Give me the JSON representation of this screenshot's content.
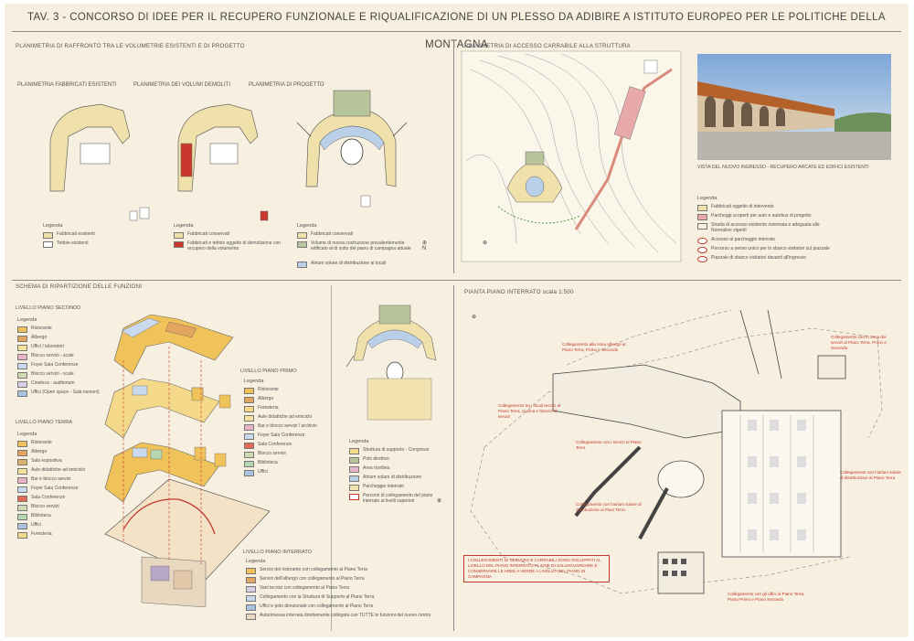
{
  "title": "TAV. 3 - CONCORSO DI IDEE PER IL RECUPERO FUNZIONALE E RIQUALIFICAZIONE DI UN PLESSO DA ADIBIRE A ISTITUTO EUROPEO PER LE POLITICHE DELLA MONTAGNA",
  "top_left": {
    "heading": "PLANIMETRIA DI RAFFRONTO TRA LE VOLUMETRIE ESISTENTI E DI PROGETTO",
    "plan1": "PLANIMETRIA FABBRICATI ESISTENTI",
    "plan2": "PLANIMETRIA DEI VOLUMI DEMOLITI",
    "plan3": "PLANIMETRIA DI PROGETTO",
    "legend1": {
      "title": "Legenda",
      "items": [
        "Fabbricati esistenti",
        "Tettoie esistenti"
      ]
    },
    "legend2": {
      "title": "Legenda",
      "items": [
        "Fabbricati conservati",
        "Fabbricati e tettoie oggetto di demolizione con recupero della volumetria"
      ]
    },
    "legend3": {
      "title": "Legenda",
      "items": [
        "Fabbricati conservati",
        "Volume di nuova costruzione prevalentemente edificato al di sotto del piano di campagna attuale",
        "Atrium solare di distribuzione ai locali"
      ]
    }
  },
  "top_right": {
    "heading": "PLANIMETRIA DI ACCESSO CARRABILE ALLA STRUTTURA",
    "photo_caption": "VISTA DEL NUOVO INGRESSO - RECUPERO ARCATE ED EDIFICI ESISTENTI",
    "legend": {
      "title": "Legenda",
      "items": [
        "Fabbricati oggetto di intervento",
        "Parcheggi scoperti per auto e autobus di progetto",
        "Strada di accesso esistente ristemata e adeguata alle Normative vigenti",
        "Accesso al parcheggio interrato",
        "Percorso a senso unico per lo sbarco visitatori sul piazzale",
        "Piazzale di sbarco visitatori davanti all'ingresso"
      ]
    }
  },
  "bottom_left": {
    "heading": "SCHEMA DI RIPARTIZIONE DELLE FUNZIONI",
    "lev2": {
      "title": "LIVELLO PIANO SECONDO",
      "legend": "Legenda",
      "items": [
        "Ristorante",
        "Albergo",
        "Uffici / laboratori",
        "Blocco servizi - scale",
        "Foyer Sala Conferenze",
        "Blocco servizi - scale",
        "Cineteca - auditorium",
        "Uffici (Open space - Sala riunioni)"
      ]
    },
    "lev1": {
      "title": "LIVELLO PIANO PRIMO",
      "legend": "Legenda",
      "items": [
        "Ristorante",
        "Albergo",
        "Foresteria",
        "Aule didattiche ad emiciclo",
        "Bar e blocco servizi / archivio",
        "Foyer Sala Conferenze",
        "Sala Conferenze",
        "Blocco servizi",
        "Biblioteca",
        "Uffici"
      ]
    },
    "lev0": {
      "title": "LIVELLO PIANO TERRA",
      "legend": "Legenda",
      "items": [
        "Ristorante",
        "Albergo",
        "Sala espositiva",
        "Aule didattiche ad emiciclo",
        "Bar e blocco servizi",
        "Foyer Sala Conferenze",
        "Sala Conferenze",
        "Blocco servizi",
        "Biblioteca",
        "Uffici",
        "Foresteria"
      ]
    },
    "levm1": {
      "title": "LIVELLO PIANO INTERRATO",
      "legend": "Legenda",
      "items": [
        "Servizi del ristorante con collegamento al Piano Terra",
        "Servizi dell'albergo con collegamento al Piano Terra",
        "Vani tecnici con collegamento al Piano Terra",
        "Collegamento con la Struttura di Supporto al Piano Terra",
        "Uffici e polo direzionale con collegamento al Piano Terra",
        "Autorimessa interrata direttamente collegata con TUTTE le funzioni del nuovo centro"
      ]
    }
  },
  "middle": {
    "legend": {
      "title": "Legenda",
      "items": [
        "Struttura di supporto - Congressi",
        "Polo direttivo",
        "Area ricettiva",
        "Atrium solare di distribuzione",
        "Parcheggio interrato",
        "Percorsi di collegamento del piano interrato ai livelli superiori"
      ]
    }
  },
  "bottom_right": {
    "heading": "PIANTA PIANO INTERRATO scala 1:500",
    "notes": [
      "Collegamento alla zona albergo al Piano Terra, Primo e Secondo",
      "Collegamento con lo zona dei servizi al Piano Terra, Primo e Secondo",
      "Collegamento tra i locali tecnici al Piano Terra, Cucina e blocchi di servizi",
      "Collegamento con i servizi al Piano Terra",
      "Collegamento con l'atrium solare di distribuzione ai Piani Terra",
      "Collegamento con l'atrium solare di distribuzione al Piano Terra",
      "I COLLEGAMENTI DI SERVIZIO E CARRABILI SONO SVILUPPATI AL LIVELLO DEL PIANO INTERRATO AL FINE DI SALVAGUARDARE E CONSERVARE LE AREE A VERDE A LIVELLO DEL PIANO DI CAMPAGNA",
      "Collegamento con gli uffici al Piano Terra, Piano Primo e Piano Secondo"
    ]
  },
  "north": "N",
  "colors": {
    "board": "#f7efdf",
    "existing": "#efe1a9",
    "demolished": "#c8382c",
    "atrium": "#b9cfe8",
    "red_note": "#c0392b"
  }
}
